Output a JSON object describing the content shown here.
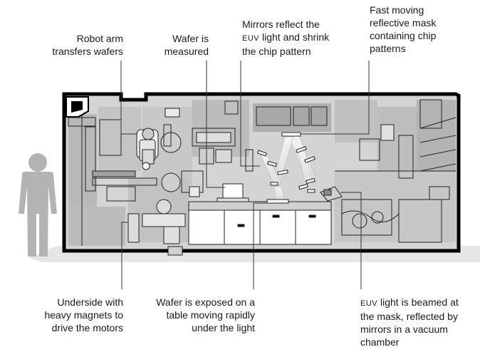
{
  "labels": {
    "robot_arm": [
      "Robot arm",
      "transfers wafers"
    ],
    "wafer_measured": [
      "Wafer is",
      "measured"
    ],
    "mirrors": [
      "Mirrors reflect the",
      "EUV light and shrink",
      "the chip pattern"
    ],
    "mask": [
      "Fast moving",
      "reflective mask",
      "containing chip",
      "patterns"
    ],
    "underside": [
      "Underside with",
      "heavy magnets to",
      "drive the motors"
    ],
    "wafer_exposed": [
      "Wafer is exposed on a",
      "table moving rapidly",
      "under the  light"
    ],
    "euv_light": [
      "EUV light is beamed at",
      "the mask, reflected by",
      "mirrors in a vacuum",
      "chamber"
    ]
  },
  "colors": {
    "outline": "#000000",
    "fill_light": "#d4d4d4",
    "fill_mid": "#b8b8b8",
    "fill_dark": "#9a9a9a",
    "beam": "#eeeeee",
    "person": "#b3b3b3",
    "leader": "#333333"
  }
}
